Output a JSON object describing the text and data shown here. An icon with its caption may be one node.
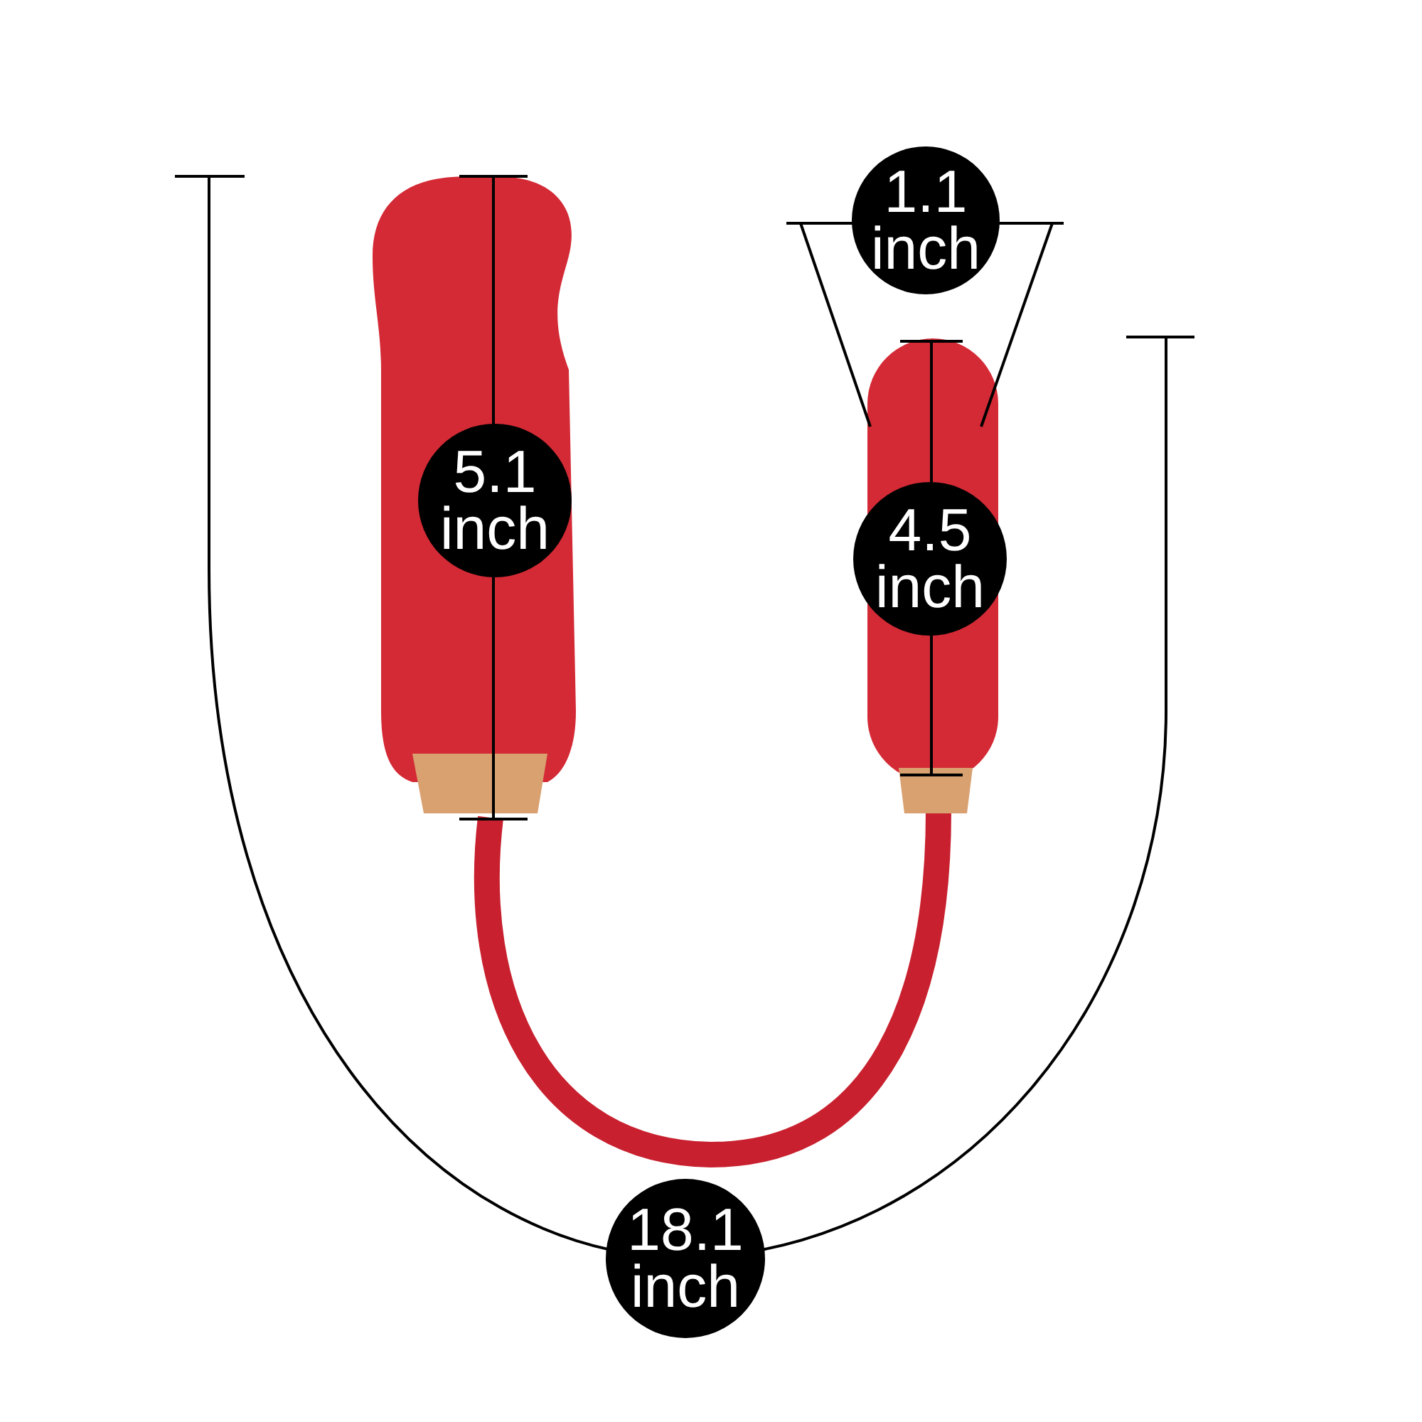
{
  "diagram": {
    "labels": [
      "1.1 inch",
      "5.1 inch",
      "4.5 inch",
      "18.1 inch"
    ]
  }
}
